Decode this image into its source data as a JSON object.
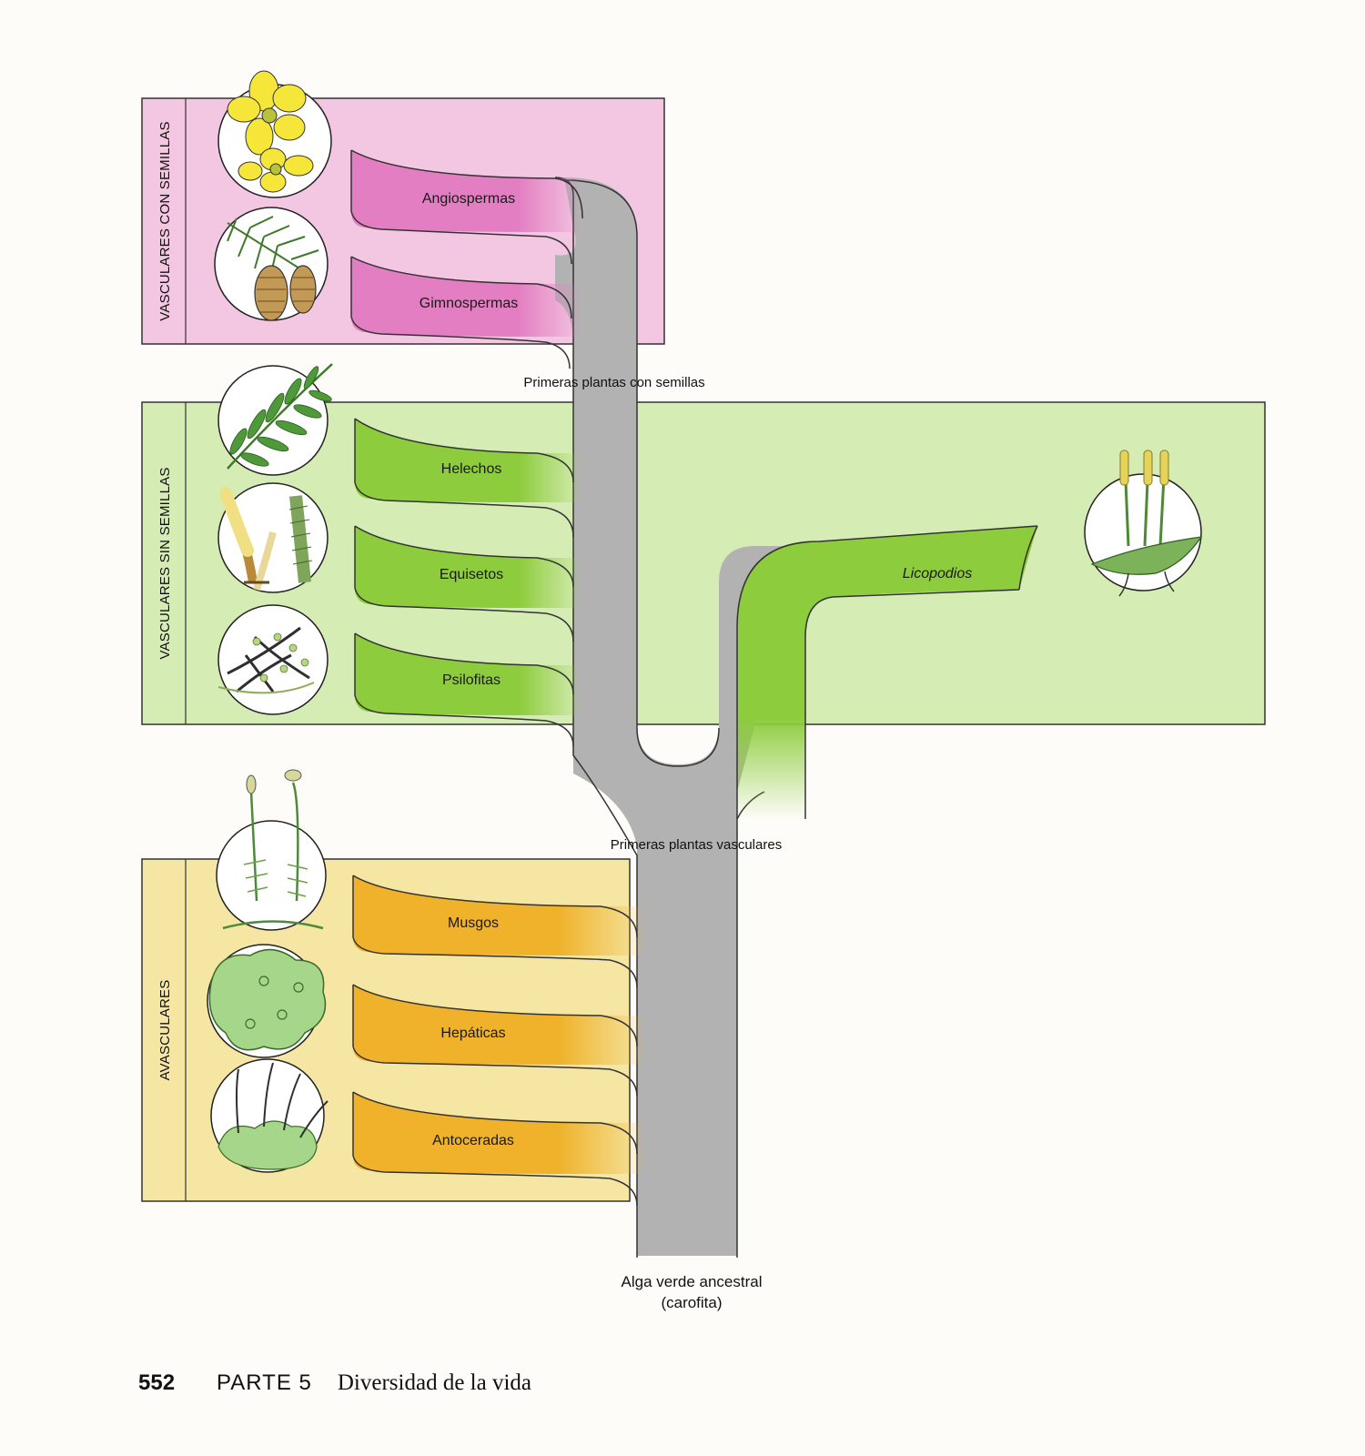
{
  "bands": [
    {
      "id": "seed",
      "label": "VASCULARES CON SEMILLAS",
      "color": "#f3c6e1"
    },
    {
      "id": "seedless",
      "label": "VASCULARES SIN SEMILLAS",
      "color": "#d6ecb5"
    },
    {
      "id": "avascular",
      "label": "AVASCULARES",
      "color": "#f5e6a4"
    }
  ],
  "groups": [
    {
      "label": "Angiospermas",
      "color": "#e37ec2"
    },
    {
      "label": "Gimnospermas",
      "color": "#e37ec2"
    },
    {
      "label": "Helechos",
      "color": "#8dcc3c"
    },
    {
      "label": "Equisetos",
      "color": "#8dcc3c"
    },
    {
      "label": "Psilofitas",
      "color": "#8dcc3c"
    },
    {
      "label": "Licopodios",
      "color": "#8dcc3c"
    },
    {
      "label": "Musgos",
      "color": "#efb22a"
    },
    {
      "label": "Hepáticas",
      "color": "#efb22a"
    },
    {
      "label": "Antoceradas",
      "color": "#efb22a"
    }
  ],
  "nodes": {
    "first_seed_plants": "Primeras plantas con semillas",
    "first_vascular_plants": "Primeras plantas vasculares",
    "ancestor_line1": "Alga verde ancestral",
    "ancestor_line2": "(carofita)"
  },
  "footer": {
    "page_number": "552",
    "part": "PARTE 5",
    "chapter": "Diversidad de la vida"
  },
  "colors": {
    "trunk": "#b2b2b2",
    "outline": "#333333"
  },
  "icons": [
    "flower-icon",
    "conifer-cone-icon",
    "fern-frond-icon",
    "horsetail-icon",
    "psilotum-icon",
    "club-moss-icon",
    "moss-icon",
    "liverwort-icon",
    "hornwort-icon"
  ]
}
